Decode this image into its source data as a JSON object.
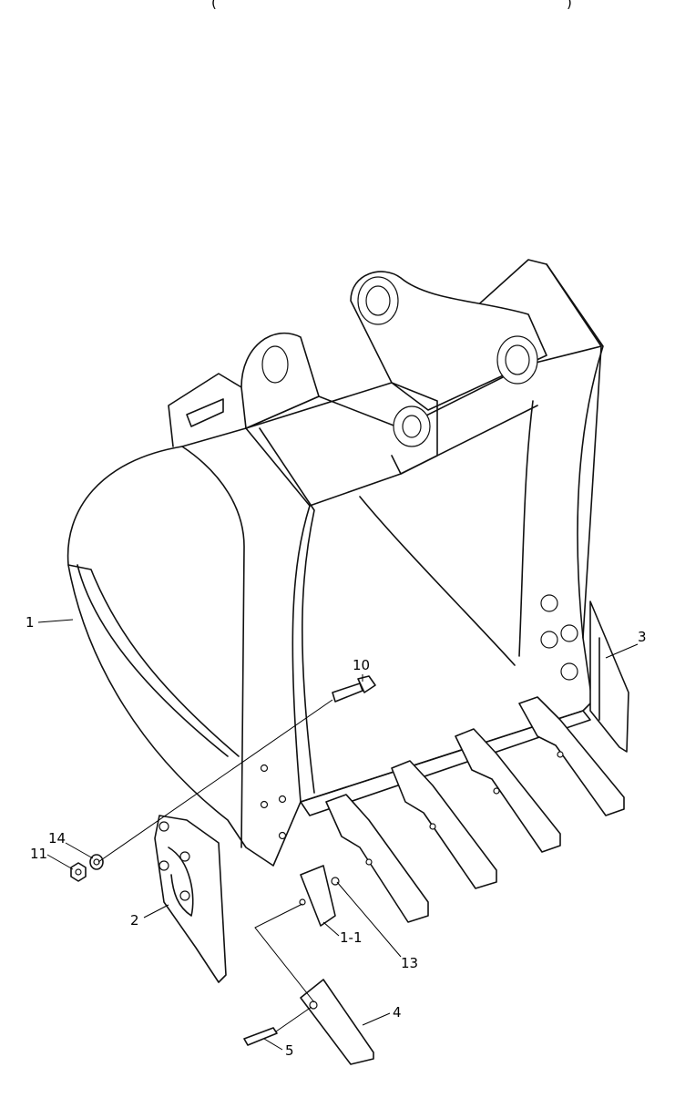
{
  "header_fragment": "(",
  "header_fragment_right": ")",
  "callouts": [
    {
      "id": "c1",
      "label": "1"
    },
    {
      "id": "c2",
      "label": "2"
    },
    {
      "id": "c3",
      "label": "3"
    },
    {
      "id": "c4",
      "label": "4"
    },
    {
      "id": "c5",
      "label": "5"
    },
    {
      "id": "c10",
      "label": "10"
    },
    {
      "id": "c11",
      "label": "11"
    },
    {
      "id": "c13",
      "label": "13"
    },
    {
      "id": "c14",
      "label": "14"
    },
    {
      "id": "c1_1",
      "label": "1-1"
    }
  ]
}
